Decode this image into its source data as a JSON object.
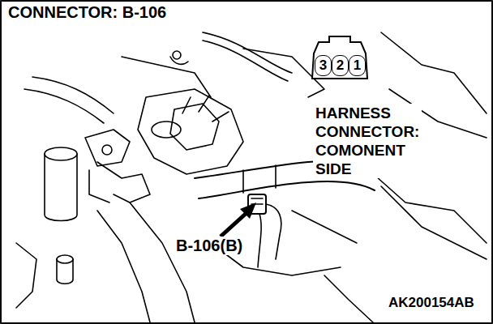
{
  "diagram": {
    "title": "CONNECTOR: B-106",
    "nodes": [
      {
        "text": [
          "HARNESS CONNECTOR: COMONENT SIDE"
        ]
      },
      {
        "text": [
          "3"
        ],
        "in": 0
      },
      {
        "text": [
          "2"
        ],
        "in": 0
      },
      {
        "text": [
          "1"
        ],
        "in": 0
      }
    ],
    "labels": [
      "B-106(B)",
      "AK200154AB"
    ]
  }
}
